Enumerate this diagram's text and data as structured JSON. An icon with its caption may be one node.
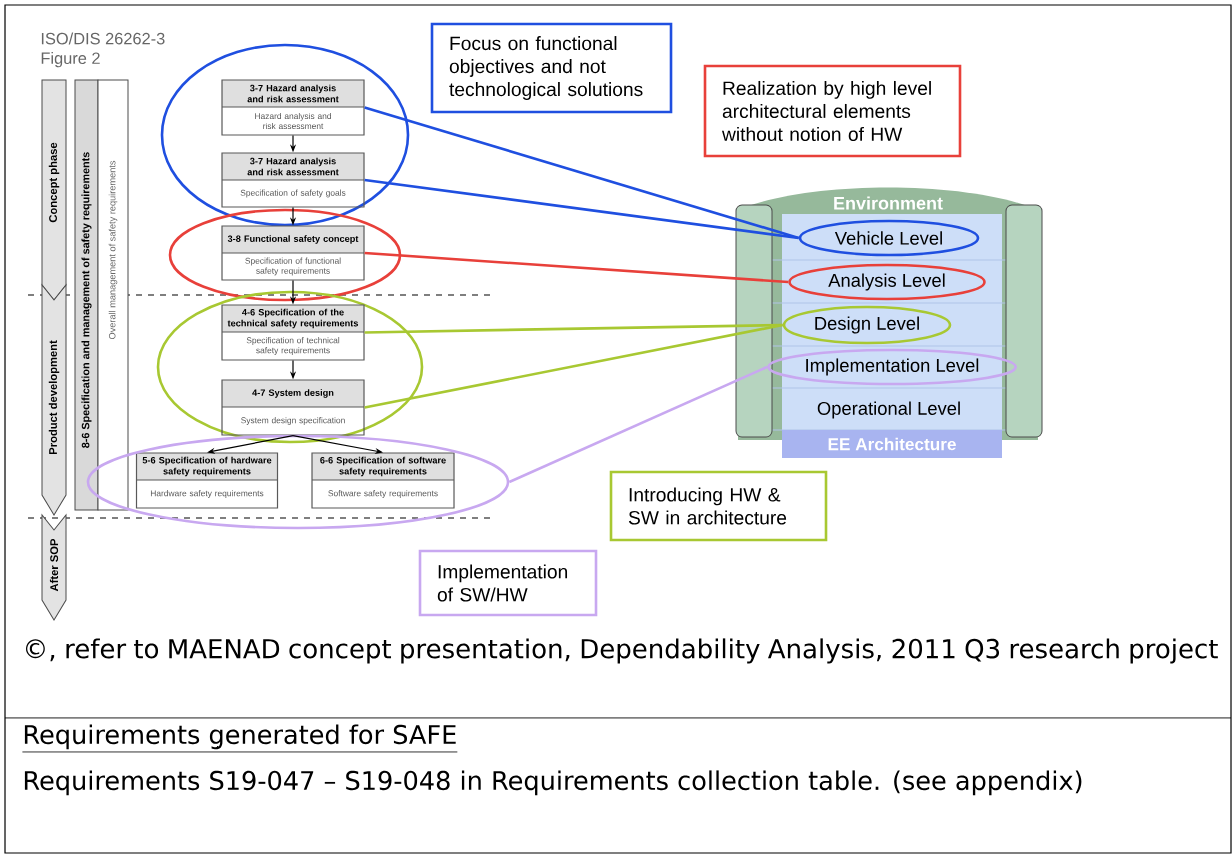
{
  "diagram": {
    "nodes": [
      {
        "text": [
          "3-7 Hazard analysis and risk assessment",
          "Hazard analysis and risk assessment"
        ]
      },
      {
        "text": [
          "3-7 Hazard analysis and risk assessment",
          "Specification of safety goals"
        ]
      },
      {
        "text": [
          "3-8 Functional safety concept",
          "Specification of functional safety requirements"
        ]
      },
      {
        "text": [
          "4-6 Specification of the technical safety requirements",
          "Specification of technical safety requirements"
        ]
      },
      {
        "text": [
          "4-7 System design",
          "System design specification"
        ]
      },
      {
        "text": [
          "5-6 Specification of hardware safety requirements",
          "Hardware safety requirements"
        ],
        "in": 22
      },
      {
        "text": [
          "6-6 Specification of software safety requirements",
          "Software safety requirements"
        ],
        "in": 22
      },
      {
        "text": [
          "Concept phase"
        ]
      },
      {
        "text": [
          "Product development"
        ]
      },
      {
        "text": [
          "After SOP"
        ]
      },
      {
        "text": [
          "8-6 Specification and management of safety requirements"
        ]
      },
      {
        "text": [
          "Overall management of safety requirements"
        ]
      },
      {
        "text": [
          "Focus on functional objectives and not technological solutions"
        ]
      },
      {
        "text": [
          "Realization by high level architectural elements without notion of HW"
        ]
      },
      {
        "text": [
          "Introducing HW & SW in architecture"
        ]
      },
      {
        "text": [
          "Implementation of SW/HW"
        ]
      },
      {
        "text": [
          "Environment",
          "EE Architecture"
        ]
      },
      {
        "text": [
          "Vehicle Level"
        ],
        "in": 16
      },
      {
        "text": [
          "Analysis Level"
        ],
        "in": 16
      },
      {
        "text": [
          "Design Level"
        ],
        "in": 16
      },
      {
        "text": [
          "Implementation Level"
        ],
        "in": 16
      },
      {
        "text": [
          "Operational Level"
        ],
        "in": 16
      },
      {
        "text": [],
        "shape": "ellipse"
      }
    ],
    "edges": [
      {
        "from": 0,
        "to": 1,
        "arrow": "to"
      },
      {
        "from": 1,
        "to": 2,
        "arrow": "to"
      },
      {
        "from": 2,
        "to": 3,
        "arrow": "to"
      },
      {
        "from": 3,
        "to": 4,
        "arrow": "to"
      },
      {
        "from": 4,
        "to": 5,
        "arrow": "to"
      },
      {
        "from": 4,
        "to": 6,
        "arrow": "to"
      },
      {
        "from": 0,
        "to": 17,
        "arrow": "none",
        "color": "#1f4fe0"
      },
      {
        "from": 1,
        "to": 17,
        "arrow": "none",
        "color": "#1f4fe0"
      },
      {
        "from": 2,
        "to": 18,
        "arrow": "none",
        "color": "#e8403a"
      },
      {
        "from": 3,
        "to": 19,
        "arrow": "none",
        "color": "#a8c832"
      },
      {
        "from": 4,
        "to": 19,
        "arrow": "none",
        "color": "#a8c832"
      },
      {
        "from": 22,
        "to": 20,
        "arrow": "none",
        "color": "#c8a8f0"
      }
    ],
    "labels": [
      "ISO/DIS 26262-3",
      "Figure 2",
      "©, refer to MAENAD concept presentation, Dependability Analysis, 2011 Q3 research project",
      "Requirements generated for SAFE",
      "Requirements S19-047 – S19-048 in Requirements collection table. (see appendix)"
    ]
  }
}
